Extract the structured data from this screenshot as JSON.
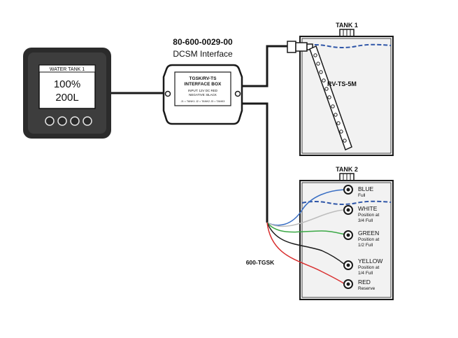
{
  "display": {
    "header": "WATER TANK 1",
    "percent": "100%",
    "volume": "200L"
  },
  "interface": {
    "part_number": "80-600-0029-00",
    "name": "DCSM Interface",
    "box_title_1": "TGSK/RV-TS",
    "box_title_2": "INTERFACE BOX",
    "input_line": "INPUT: 12V DC RED",
    "negative_line": "NEGATIVE: BLACK",
    "jumper_line": "J1 = TANK1   J2 = TANK2   J3 = TANK3"
  },
  "tank1": {
    "title": "TANK 1",
    "sensor_label": "RV-TS-5M"
  },
  "tank2": {
    "title": "TANK 2",
    "harness_label": "600-TGSK",
    "sensors": [
      {
        "name": "BLUE",
        "desc1": "Full",
        "desc2": "",
        "color": "#3a6fc4"
      },
      {
        "name": "WHITE",
        "desc1": "Position at",
        "desc2": "3/4 Full",
        "color": "#bbbbbb"
      },
      {
        "name": "GREEN",
        "desc1": "Position at",
        "desc2": "1/2 Full",
        "color": "#3aa845"
      },
      {
        "name": "YELLOW",
        "desc1": "Position at",
        "desc2": "1/4 Full",
        "color": "#222222"
      },
      {
        "name": "RED",
        "desc1": "Reserve",
        "desc2": "",
        "color": "#d93030"
      }
    ]
  },
  "colors": {
    "line": "#1a1a1a",
    "water": "#2f56a8",
    "tank_fill": "#f2f2f2",
    "display_body": "#2a2a2a"
  }
}
